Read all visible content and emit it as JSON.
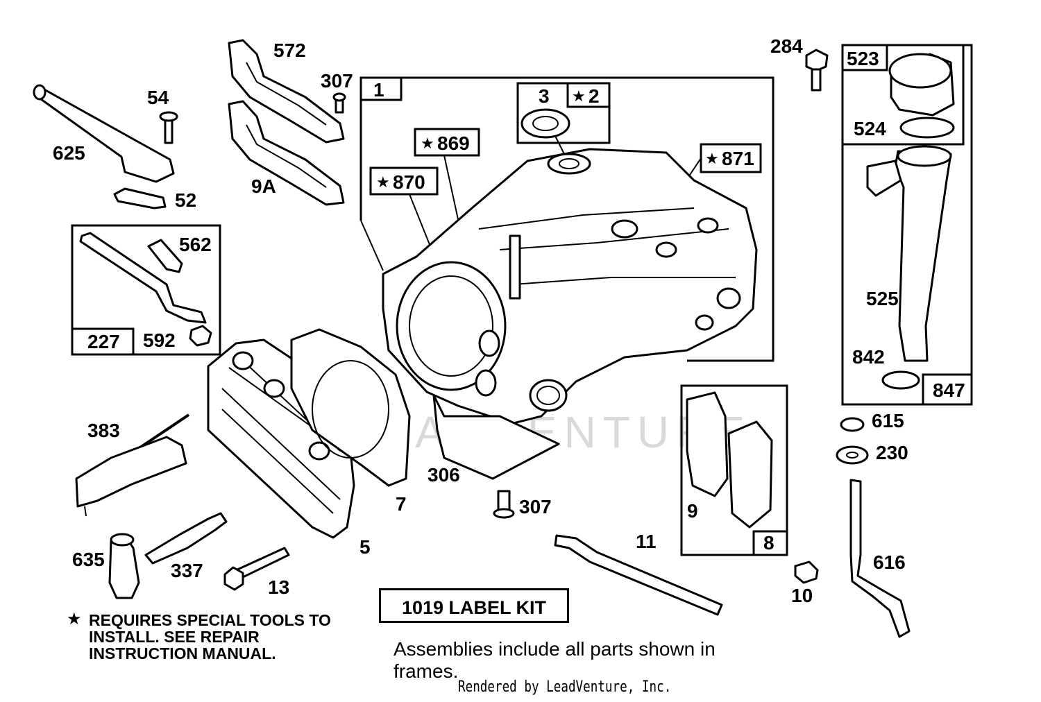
{
  "watermark": "LEADVENTURE",
  "star_symbol": "★",
  "callouts": {
    "p1": "1",
    "p2": "2",
    "p3": "3",
    "p869": "869",
    "p870": "870",
    "p871": "871",
    "p284": "284",
    "p523": "523",
    "p524": "524",
    "p525": "525",
    "p842": "842",
    "p847": "847",
    "p572": "572",
    "p307a": "307",
    "p9A": "9A",
    "p54": "54",
    "p625": "625",
    "p52": "52",
    "p562": "562",
    "p227": "227",
    "p592": "592",
    "p383": "383",
    "p635": "635",
    "p337": "337",
    "p13": "13",
    "p5": "5",
    "p7": "7",
    "p306": "306",
    "p307b": "307",
    "p11": "11",
    "p9": "9",
    "p8": "8",
    "p10": "10",
    "p615": "615",
    "p230": "230",
    "p616": "616"
  },
  "notes": {
    "special_tools": "REQUIRES SPECIAL TOOLS TO INSTALL.  SEE REPAIR INSTRUCTION MANUAL.",
    "label_kit": "1019 LABEL KIT",
    "assemblies": "Assemblies include all parts shown in frames.",
    "rendered_by": "Rendered by LeadVenture, Inc."
  }
}
